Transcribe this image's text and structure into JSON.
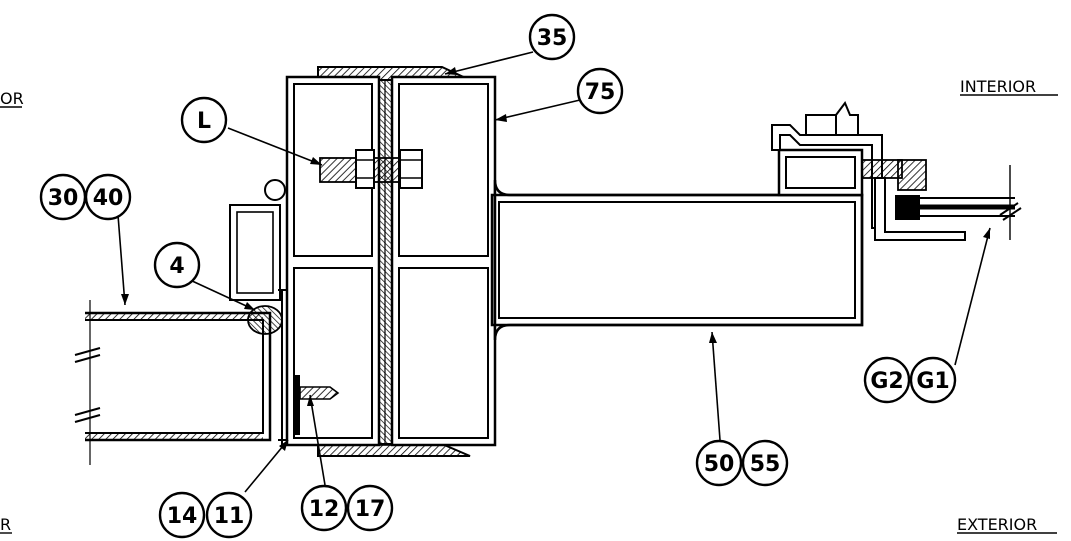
{
  "labels": {
    "interior": "INTERIOR",
    "exterior": "EXTERIOR",
    "left_top_fragment": "OR",
    "left_bottom_fragment": "R"
  },
  "callouts": {
    "c35": "35",
    "c75": "75",
    "cL": "L",
    "c30": "30",
    "c40": "40",
    "c4": "4",
    "c14": "14",
    "c11": "11",
    "c12": "12",
    "c17": "17",
    "c50": "50",
    "c55": "55",
    "cG2": "G2",
    "cG1": "G1"
  }
}
